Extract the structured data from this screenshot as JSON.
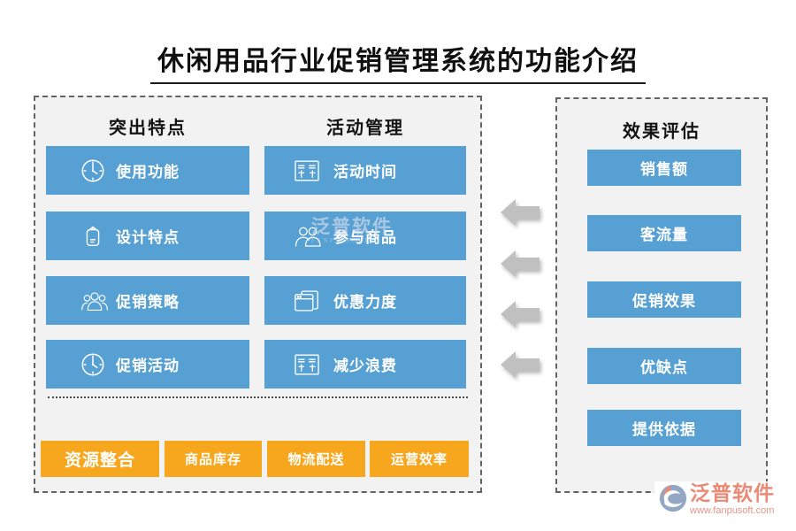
{
  "title": "休闲用品行业促销管理系统的功能介绍",
  "colors": {
    "button_blue": "#57a0d3",
    "button_orange": "#f7a71d",
    "panel_background": "#f2f2f2",
    "arrow_gray": "#c0c0c0",
    "logo_coral": "#ea8a76"
  },
  "left_panel": {
    "columns": [
      {
        "header": "突出特点",
        "buttons": [
          {
            "label": "使用功能",
            "icon": "clock-icon"
          },
          {
            "label": "设计特点",
            "icon": "pouch-icon"
          },
          {
            "label": "促销策略",
            "icon": "people-group-icon"
          },
          {
            "label": "促销活动",
            "icon": "clock-icon"
          }
        ]
      },
      {
        "header": "活动管理",
        "buttons": [
          {
            "label": "活动时间",
            "icon": "list-sliders-icon"
          },
          {
            "label": "参与商品",
            "icon": "people-icon"
          },
          {
            "label": "优惠力度",
            "icon": "windows-icon"
          },
          {
            "label": "减少浪费",
            "icon": "list-sliders-icon"
          }
        ]
      }
    ],
    "bottom_buttons": [
      {
        "label": "资源整合"
      },
      {
        "label": "商品库存"
      },
      {
        "label": "物流配送"
      },
      {
        "label": "运营效率"
      }
    ]
  },
  "right_panel": {
    "header": "效果评估",
    "buttons": [
      {
        "label": "销售额"
      },
      {
        "label": "客流量"
      },
      {
        "label": "促销效果"
      },
      {
        "label": "优缺点"
      },
      {
        "label": "提供依据"
      }
    ]
  },
  "arrows": {
    "count": 4,
    "direction": "left",
    "icon": "left-arrow-icon"
  },
  "watermark": {
    "text": "泛普软件",
    "subtext": "FANPU SOFTW"
  },
  "logo": {
    "name": "泛普软件",
    "url": "www.fanpusoft.com"
  }
}
